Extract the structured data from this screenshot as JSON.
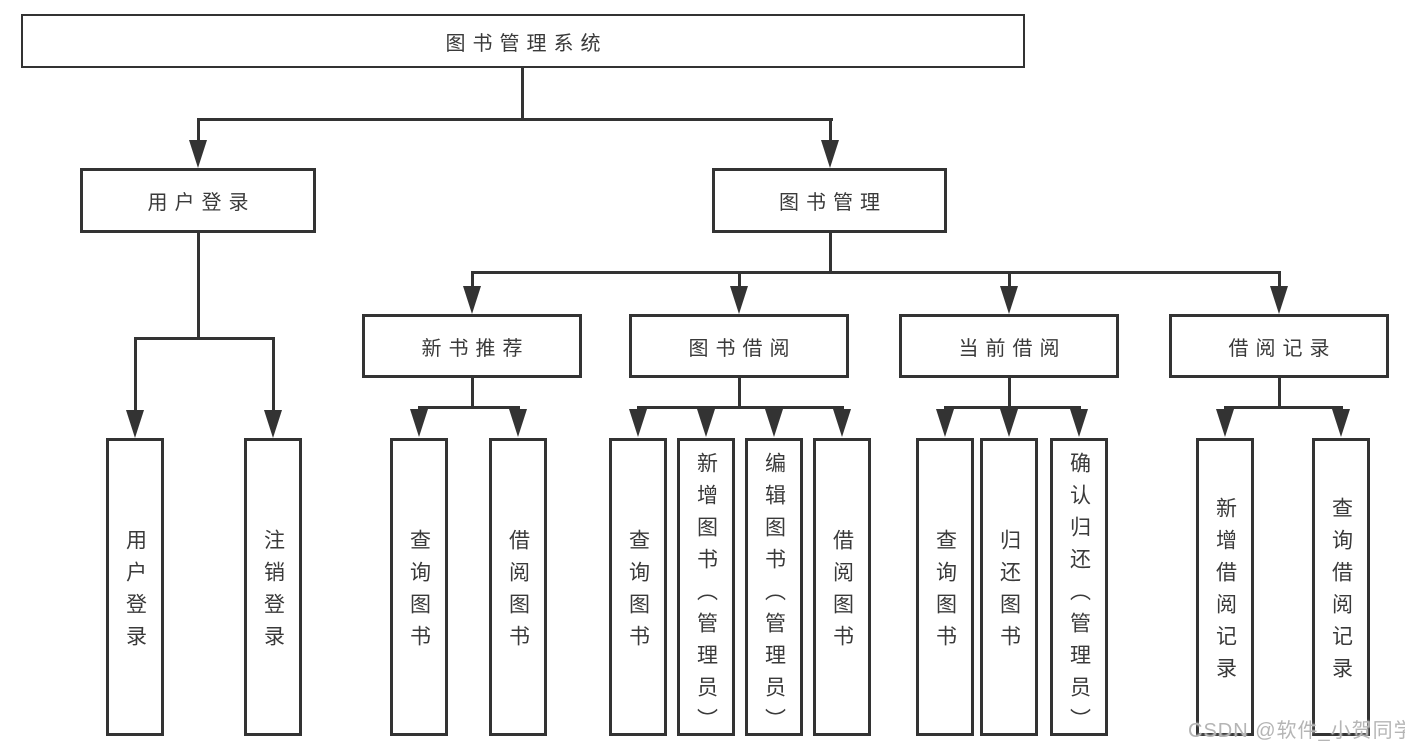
{
  "diagram": {
    "root": {
      "label": "图书管理系统"
    },
    "level1": [
      {
        "label": "用户登录"
      },
      {
        "label": "图书管理"
      }
    ],
    "level2": [
      {
        "label": "新书推荐"
      },
      {
        "label": "图书借阅"
      },
      {
        "label": "当前借阅"
      },
      {
        "label": "借阅记录"
      }
    ],
    "leaves": {
      "user_login": [
        {
          "label": "用户登录"
        },
        {
          "label": "注销登录"
        }
      ],
      "new_books": [
        {
          "label": "查询图书"
        },
        {
          "label": "借阅图书"
        }
      ],
      "book_borrow": [
        {
          "label": "查询图书"
        },
        {
          "label": "新增图书（管理员）"
        },
        {
          "label": "编辑图书（管理员）"
        },
        {
          "label": "借阅图书"
        }
      ],
      "current_borrow": [
        {
          "label": "查询图书"
        },
        {
          "label": "归还图书"
        },
        {
          "label": "确认归还（管理员）"
        }
      ],
      "borrow_records": [
        {
          "label": "新增借阅记录"
        },
        {
          "label": "查询借阅记录"
        }
      ]
    },
    "watermark": "CSDN @软件_小贺同学",
    "colors": {
      "line": "#333333",
      "text": "#3a3a3a",
      "watermark": "#b5b5b5",
      "background": "#ffffff"
    }
  }
}
